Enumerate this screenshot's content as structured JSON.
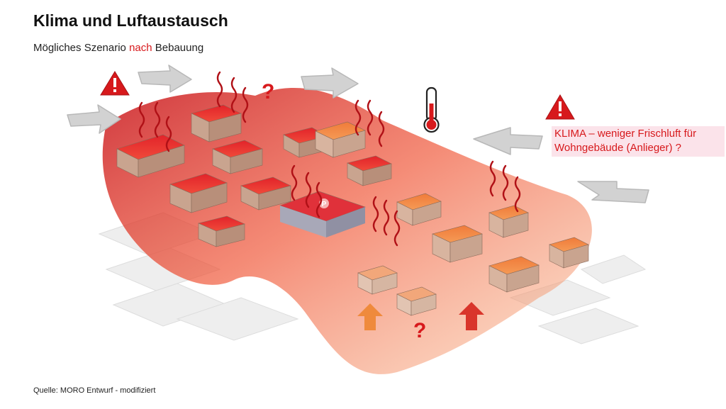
{
  "title": "Klima und Luftaustausch",
  "subtitle": {
    "prefix": "Mögliches Szenario ",
    "highlight": "nach",
    "suffix": " Bebauung"
  },
  "callout": {
    "line1": "KLIMA – weniger Frischluft für",
    "line2": "Wohngebäude (Anlieger) ?"
  },
  "question_mark": "?",
  "source": "Quelle: MORO Entwurf - modifiziert",
  "parking_label": "P",
  "colors": {
    "accent": "#d7191c",
    "heat_dark": "#c8141b",
    "heat_orange": "#f0884a",
    "callout_bg": "#fbe3ea",
    "wind_arrow": "#cfcfcf",
    "updraft_light": "#ef8a3c",
    "updraft_dark": "#d9352b"
  },
  "icons": [
    "warning-icon",
    "thermometer-icon",
    "heat-wave-icon",
    "wind-arrow-icon",
    "updraft-arrow-icon"
  ]
}
